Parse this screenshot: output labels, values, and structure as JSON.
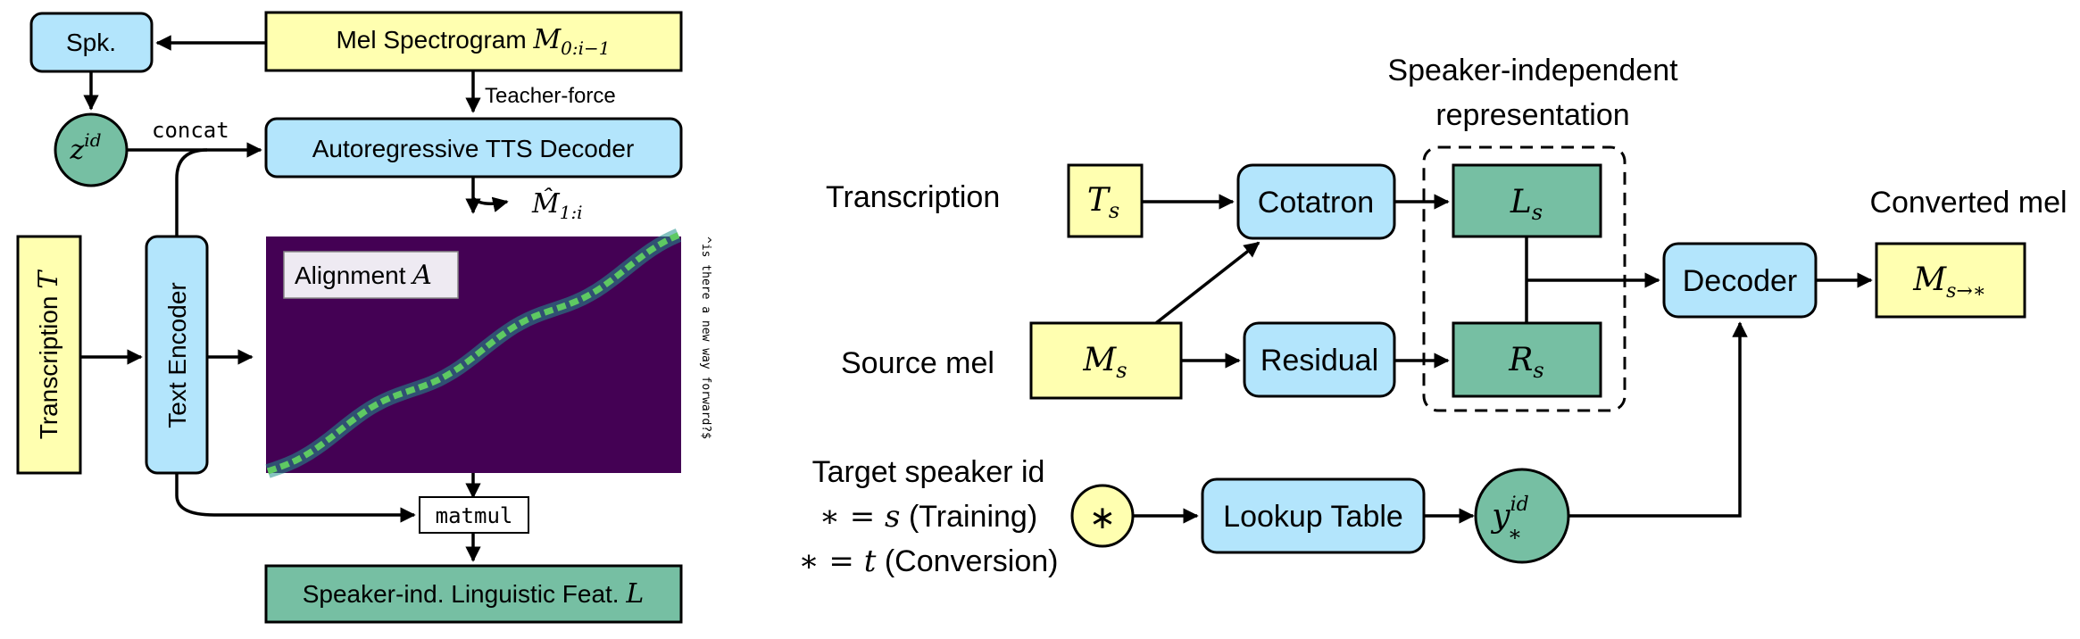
{
  "colors": {
    "blue": "#b3e5fc",
    "yellow": "#ffffb0",
    "green": "#76bfa3",
    "heatmap_bg": "#440154",
    "heatmap_line": [
      "#3b528b",
      "#21918c",
      "#5ec962",
      "#fde725"
    ]
  },
  "left": {
    "spk": "Spk.",
    "mel_label": "Mel Spectrogram ",
    "mel_math": "M",
    "mel_sub": "0:i−1",
    "teacher_force": "Teacher-force",
    "zid_base": "z",
    "zid_sup": "id",
    "concat": "concat",
    "decoder": "Autoregressive TTS Decoder",
    "mhat_base": "M̂",
    "mhat_sub": "1:i",
    "transcription_label": "Transcription ",
    "transcription_math": "T",
    "text_encoder": "Text Encoder",
    "alignment_label": "Alignment ",
    "alignment_math": "A",
    "vertical_text": "^is there a new way forward?$",
    "matmul": "matmul",
    "linguistic_label": "Speaker-ind. Linguistic Feat. ",
    "linguistic_math": "L"
  },
  "right": {
    "title_line1": "Speaker-independent",
    "title_line2": "representation",
    "transcription": "Transcription",
    "ts_base": "T",
    "ts_sub": "s",
    "cotatron": "Cotatron",
    "ls_base": "L",
    "ls_sub": "s",
    "source_mel": "Source mel",
    "ms_base": "M",
    "ms_sub": "s",
    "residual": "Residual",
    "rs_base": "R",
    "rs_sub": "s",
    "decoder": "Decoder",
    "converted_mel": "Converted mel",
    "out_base": "M",
    "out_sub": "s→∗",
    "target_line1": "Target speaker id",
    "target_line2_math": "∗ = s",
    "target_line2_text": " (Training)",
    "target_line3_math": "∗ = t",
    "target_line3_text": " (Conversion)",
    "star": "∗",
    "lookup": "Lookup Table",
    "y_base": "y",
    "y_sup": "id",
    "y_sub": "∗"
  }
}
